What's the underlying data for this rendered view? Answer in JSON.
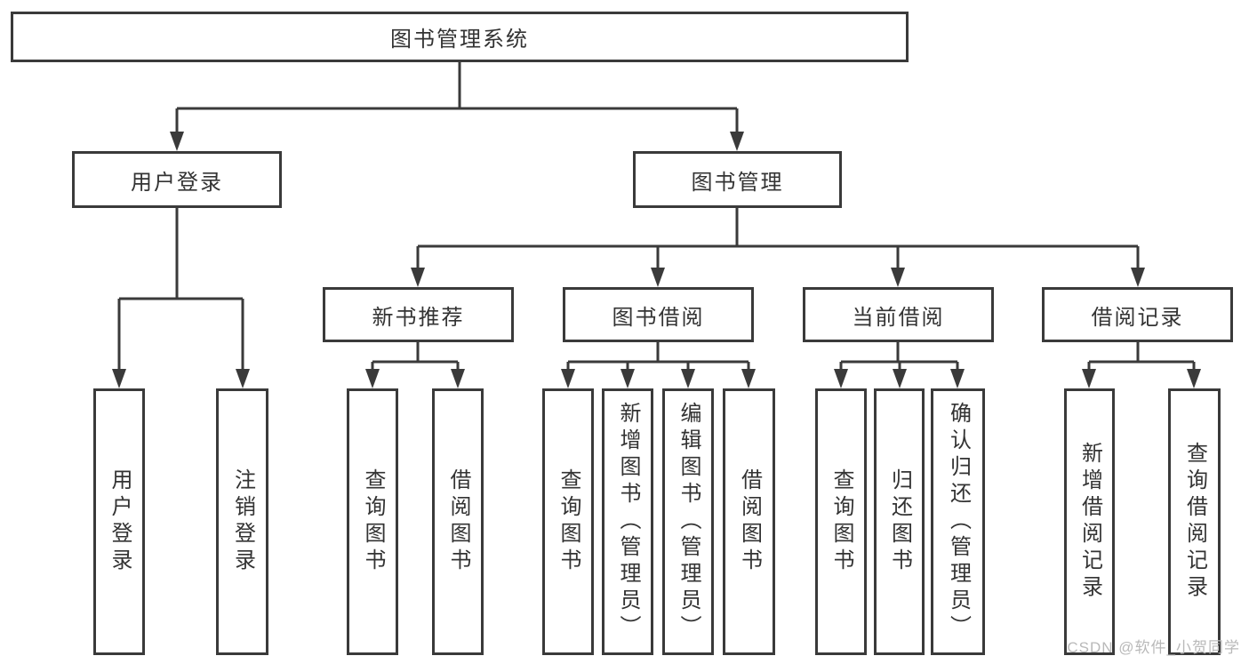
{
  "tree": {
    "root": "图书管理系统",
    "user_login": "用户登录",
    "book_management": "图书管理",
    "new_book_recommendation": "新书推荐",
    "book_borrowing": "图书借阅",
    "current_borrowing": "当前借阅",
    "borrowing_records": "借阅记录",
    "leaf_user_login": "用户登录",
    "leaf_logout": "注销登录",
    "nbr_query_books": "查询图书",
    "nbr_borrow_books": "借阅图书",
    "bb_query_books": "查询图书",
    "bb_add_books_admin": "新增图书（管理员）",
    "bb_edit_books_admin": "编辑图书（管理员）",
    "bb_borrow_books": "借阅图书",
    "cb_query_books": "查询图书",
    "cb_return_books": "归还图书",
    "cb_confirm_return_admin": "确认归还（管理员）",
    "br_add_record": "新增借阅记录",
    "br_query_record": "查询借阅记录"
  },
  "watermark": "CSDN @软件_小贺同学",
  "colors": {
    "line": "#3a3a3a",
    "text": "#333333",
    "watermark": "#b9b9b9",
    "background": "#ffffff"
  }
}
